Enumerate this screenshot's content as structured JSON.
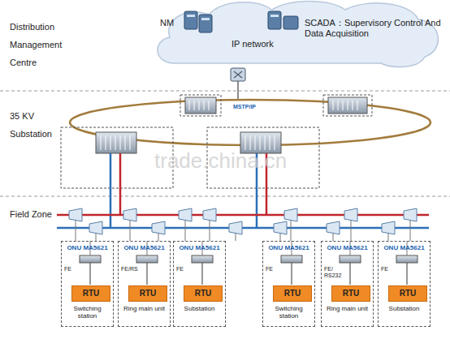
{
  "diagram": {
    "nodes": [
      {
        "text": [
          "NM",
          "IP network",
          "SCADA：Supervisory Control And Data Acquisition"
        ]
      },
      {
        "text": [
          "ONU MA5621",
          "FE",
          "Switching station"
        ]
      },
      {
        "text": [
          "RTU"
        ],
        "in": 1
      },
      {
        "text": [
          "ONU MA5621",
          "FE/RS",
          "Ring main unit"
        ]
      },
      {
        "text": [
          "RTU"
        ],
        "in": 3
      },
      {
        "text": [
          "ONU MA5621",
          "FE",
          "Substation"
        ]
      },
      {
        "text": [
          "RTU"
        ],
        "in": 5
      },
      {
        "text": [
          "ONU MA5621",
          "FE",
          "Switching station"
        ]
      },
      {
        "text": [
          "RTU"
        ],
        "in": 7
      },
      {
        "text": [
          "ONU MA5621",
          "FE/ RS232",
          "Ring main unit"
        ]
      },
      {
        "text": [
          "RTU"
        ],
        "in": 9
      },
      {
        "text": [
          "ONU MA5621",
          "FE",
          "Substation"
        ]
      },
      {
        "text": [
          "RTU"
        ],
        "in": 11
      }
    ],
    "labels": [
      "Distribution Management Centre",
      "35 KV Substation",
      "Field Zone",
      "MSTP/IP",
      "trade.china.cn"
    ]
  }
}
